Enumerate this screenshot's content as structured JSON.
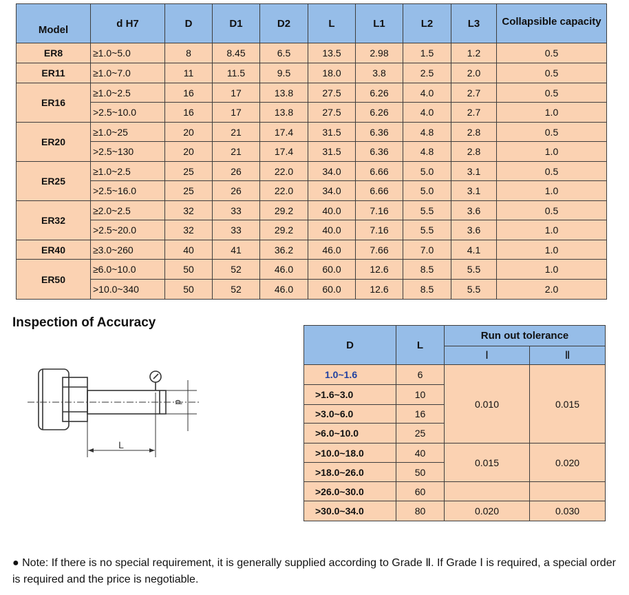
{
  "spec_table": {
    "headers": {
      "model": "Model",
      "dh7": "d H7",
      "D": "D",
      "D1": "D1",
      "D2": "D2",
      "L": "L",
      "L1": "L1",
      "L2": "L2",
      "L3": "L3",
      "capacity": "Collapsible capacity"
    },
    "groups": [
      {
        "model": "ER8",
        "rows": [
          {
            "dh7": "≥1.0~5.0",
            "D": "8",
            "D1": "8.45",
            "D2": "6.5",
            "L": "13.5",
            "L1": "2.98",
            "L2": "1.5",
            "L3": "1.2",
            "capacity": "0.5"
          }
        ]
      },
      {
        "model": "ER11",
        "rows": [
          {
            "dh7": "≥1.0~7.0",
            "D": "11",
            "D1": "11.5",
            "D2": "9.5",
            "L": "18.0",
            "L1": "3.8",
            "L2": "2.5",
            "L3": "2.0",
            "capacity": "0.5"
          }
        ]
      },
      {
        "model": "ER16",
        "rows": [
          {
            "dh7": "≥1.0~2.5",
            "D": "16",
            "D1": "17",
            "D2": "13.8",
            "L": "27.5",
            "L1": "6.26",
            "L2": "4.0",
            "L3": "2.7",
            "capacity": "0.5"
          },
          {
            "dh7": ">2.5~10.0",
            "D": "16",
            "D1": "17",
            "D2": "13.8",
            "L": "27.5",
            "L1": "6.26",
            "L2": "4.0",
            "L3": "2.7",
            "capacity": "1.0"
          }
        ]
      },
      {
        "model": "ER20",
        "rows": [
          {
            "dh7": "≥1.0~25",
            "D": "20",
            "D1": "21",
            "D2": "17.4",
            "L": "31.5",
            "L1": "6.36",
            "L2": "4.8",
            "L3": "2.8",
            "capacity": "0.5"
          },
          {
            "dh7": ">2.5~130",
            "D": "20",
            "D1": "21",
            "D2": "17.4",
            "L": "31.5",
            "L1": "6.36",
            "L2": "4.8",
            "L3": "2.8",
            "capacity": "1.0"
          }
        ]
      },
      {
        "model": "ER25",
        "rows": [
          {
            "dh7": "≥1.0~2.5",
            "D": "25",
            "D1": "26",
            "D2": "22.0",
            "L": "34.0",
            "L1": "6.66",
            "L2": "5.0",
            "L3": "3.1",
            "capacity": "0.5"
          },
          {
            "dh7": ">2.5~16.0",
            "D": "25",
            "D1": "26",
            "D2": "22.0",
            "L": "34.0",
            "L1": "6.66",
            "L2": "5.0",
            "L3": "3.1",
            "capacity": "1.0"
          }
        ]
      },
      {
        "model": "ER32",
        "rows": [
          {
            "dh7": "≥2.0~2.5",
            "D": "32",
            "D1": "33",
            "D2": "29.2",
            "L": "40.0",
            "L1": "7.16",
            "L2": "5.5",
            "L3": "3.6",
            "capacity": "0.5"
          },
          {
            "dh7": ">2.5~20.0",
            "D": "32",
            "D1": "33",
            "D2": "29.2",
            "L": "40.0",
            "L1": "7.16",
            "L2": "5.5",
            "L3": "3.6",
            "capacity": "1.0"
          }
        ]
      },
      {
        "model": "ER40",
        "rows": [
          {
            "dh7": "≥3.0~260",
            "D": "40",
            "D1": "41",
            "D2": "36.2",
            "L": "46.0",
            "L1": "7.66",
            "L2": "7.0",
            "L3": "4.1",
            "capacity": "1.0"
          }
        ]
      },
      {
        "model": "ER50",
        "rows": [
          {
            "dh7": "≥6.0~10.0",
            "D": "50",
            "D1": "52",
            "D2": "46.0",
            "L": "60.0",
            "L1": "12.6",
            "L2": "8.5",
            "L3": "5.5",
            "capacity": "1.0"
          },
          {
            "dh7": ">10.0~340",
            "D": "50",
            "D1": "52",
            "D2": "46.0",
            "L": "60.0",
            "L1": "12.6",
            "L2": "8.5",
            "L3": "5.5",
            "capacity": "2.0"
          }
        ]
      }
    ]
  },
  "accuracy": {
    "title": "Inspection of Accuracy",
    "diagram": {
      "label_L": "L",
      "label_d": "d"
    },
    "table": {
      "headers": {
        "D": "D",
        "L": "L",
        "runout": "Run out tolerance",
        "grade1": "Ⅰ",
        "grade2": "Ⅱ"
      },
      "rows": [
        {
          "D": "1.0~1.6",
          "L": "6"
        },
        {
          "D": ">1.6~3.0",
          "L": "10"
        },
        {
          "D": ">3.0~6.0",
          "L": "16"
        },
        {
          "D": ">6.0~10.0",
          "L": "25"
        },
        {
          "D": ">10.0~18.0",
          "L": "40"
        },
        {
          "D": ">18.0~26.0",
          "L": "50"
        },
        {
          "D": ">26.0~30.0",
          "L": "60"
        },
        {
          "D": ">30.0~34.0",
          "L": "80"
        }
      ],
      "tolerances": [
        {
          "grade1": "0.010",
          "grade2": "0.015"
        },
        {
          "grade1": "0.015",
          "grade2": "0.020"
        },
        {
          "grade1": "",
          "grade2": ""
        },
        {
          "grade1": "0.020",
          "grade2": "0.030"
        }
      ]
    }
  },
  "note": "● Note: If there is no special requirement, it is generally supplied according to Grade Ⅱ. If Grade Ⅰ is required, a special order is required and the price is negotiable.",
  "colors": {
    "header_bg": "#96bde8",
    "cell_bg": "#fbd2b2",
    "border": "#3d3d3d",
    "highlight_text": "#1f3fa0"
  }
}
